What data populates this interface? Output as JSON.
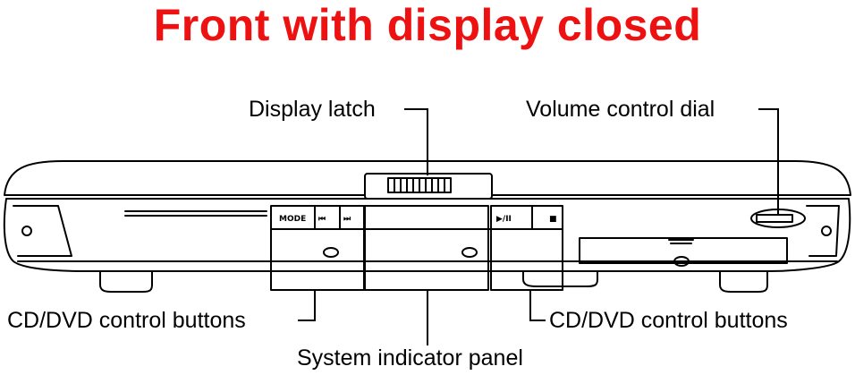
{
  "title": "Front with display closed",
  "labels": {
    "display_latch": "Display latch",
    "volume_control_dial": "Volume control dial",
    "cd_dvd_left": "CD/DVD control buttons",
    "cd_dvd_right": "CD/DVD control buttons",
    "system_indicator_panel": "System indicator panel"
  },
  "button_labels": {
    "mode": "MODE",
    "prev": "⏮",
    "next": "⏭",
    "play_pause": "▶/II",
    "stop": "■"
  },
  "colors": {
    "title": "#ee1111",
    "line": "#000000"
  }
}
